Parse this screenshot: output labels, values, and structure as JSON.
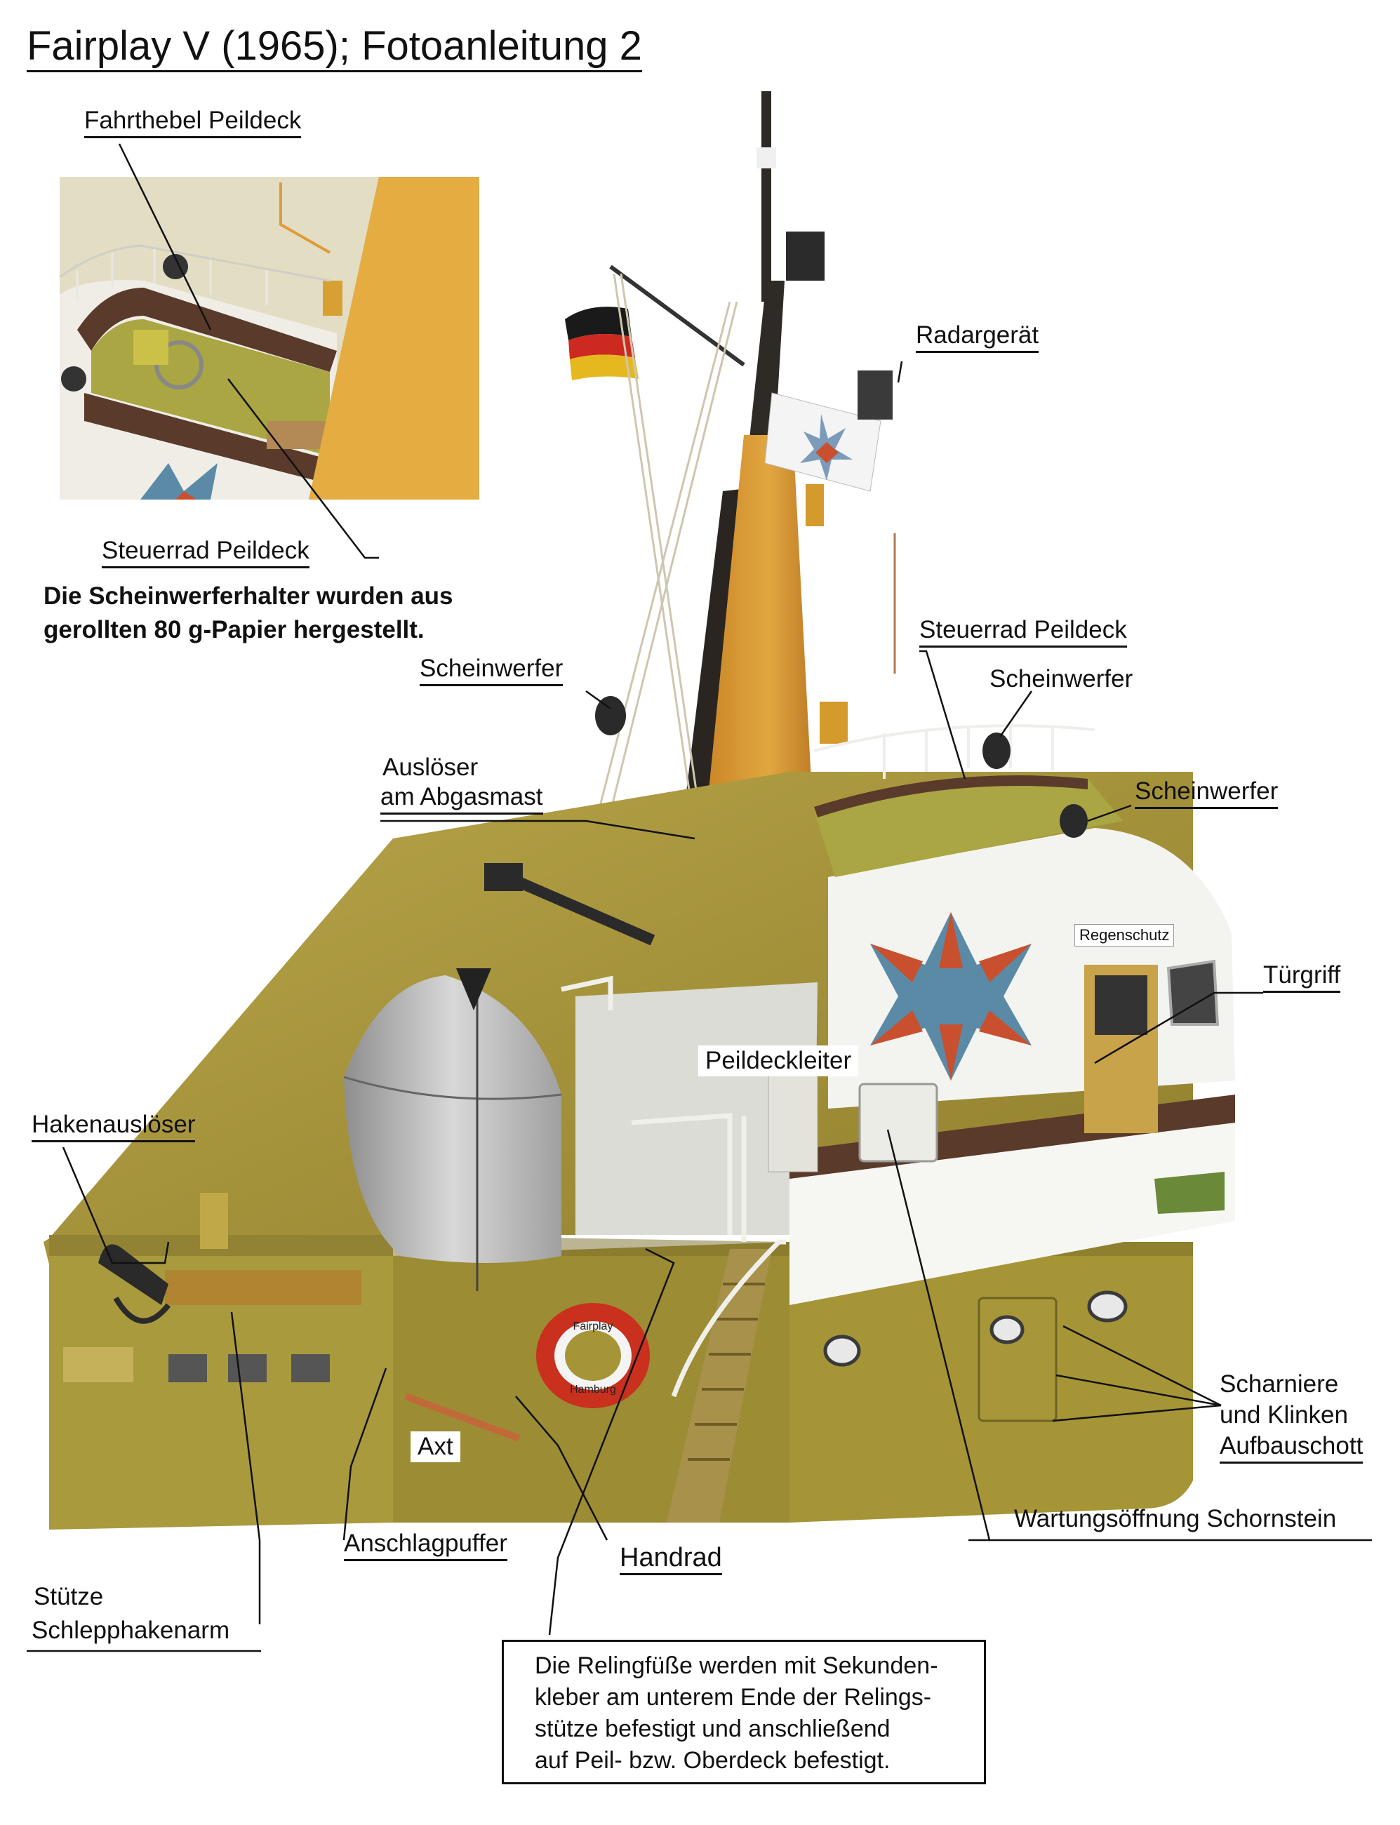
{
  "title": "Fairplay V (1965);   Fotoanleitung 2",
  "labels": {
    "fahrthebel": "Fahrthebel Peildeck",
    "steuerrad_inset": "Steuerrad Peildeck",
    "radar": "Radargerät",
    "steuerrad": "Steuerrad Peildeck",
    "scheinwerfer_left": "Scheinwerfer",
    "scheinwerfer_mid": "Scheinwerfer",
    "scheinwerfer_right": "Scheinwerfer",
    "ausloeser_1": "Auslöser",
    "ausloeser_2": "am Abgasmast",
    "regenschutz": "Regenschutz",
    "tuergriff": "Türgriff",
    "peildeckleiter": "Peildeckleiter",
    "hakenausloeser": "Hakenauslöser",
    "scharniere_1": "Scharniere",
    "scharniere_2": "und Klinken",
    "scharniere_3": "Aufbauschott",
    "axt": "Axt",
    "wartung": "Wartungsöffnung Schornstein",
    "anschlagpuffer": "Anschlagpuffer",
    "handrad": "Handrad",
    "stuetze_1": "Stütze",
    "stuetze_2": "Schlepphakenarm",
    "lifebuoy_top": "Fairplay",
    "lifebuoy_bottom": "Hamburg"
  },
  "note": {
    "line1": "Die Scheinwerferhalter wurden aus",
    "line2": "gerollten 80 g-Papier hergestellt."
  },
  "infobox": {
    "bullet": "",
    "line1": "Die Relingfüße werden mit Sekunden-",
    "line2": "kleber  am unterem Ende der Relings-",
    "line3": "stütze befestigt und anschließend",
    "line4": "auf Peil- bzw. Oberdeck befestigt."
  },
  "colors": {
    "hull": "#a8963a",
    "mast": "#d99a32",
    "superstructure": "#f2f2ef",
    "star_blue": "#5b8aa6",
    "star_red": "#c8502e",
    "deck_wood": "#b38a55",
    "rail_brown": "#5a3a2a"
  }
}
